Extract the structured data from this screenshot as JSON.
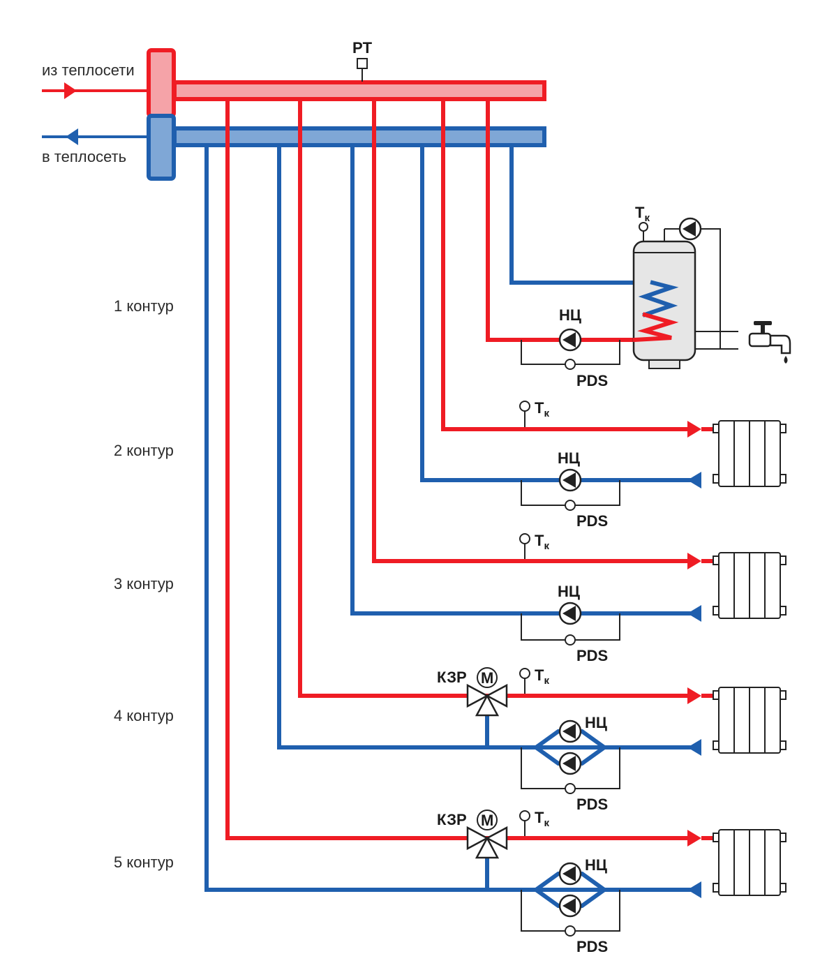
{
  "labels": {
    "supply_in": "из теплосети",
    "return_out": "в теплосеть",
    "pressure_sensor": "PT",
    "pump": "НЦ",
    "pressure_switch": "PDS",
    "temp_sensor_main": "T",
    "temp_sensor_sub": "к",
    "valve": "КЗР",
    "motor": "M"
  },
  "circuits": [
    {
      "label": "1 контур"
    },
    {
      "label": "2 контур"
    },
    {
      "label": "3 контур"
    },
    {
      "label": "4 контур"
    },
    {
      "label": "5 контур"
    }
  ],
  "colors": {
    "supply": "#ef1c24",
    "return": "#1f5fae",
    "header_supply_fill": "#f5a3a8",
    "header_return_fill": "#7fa7d6"
  }
}
